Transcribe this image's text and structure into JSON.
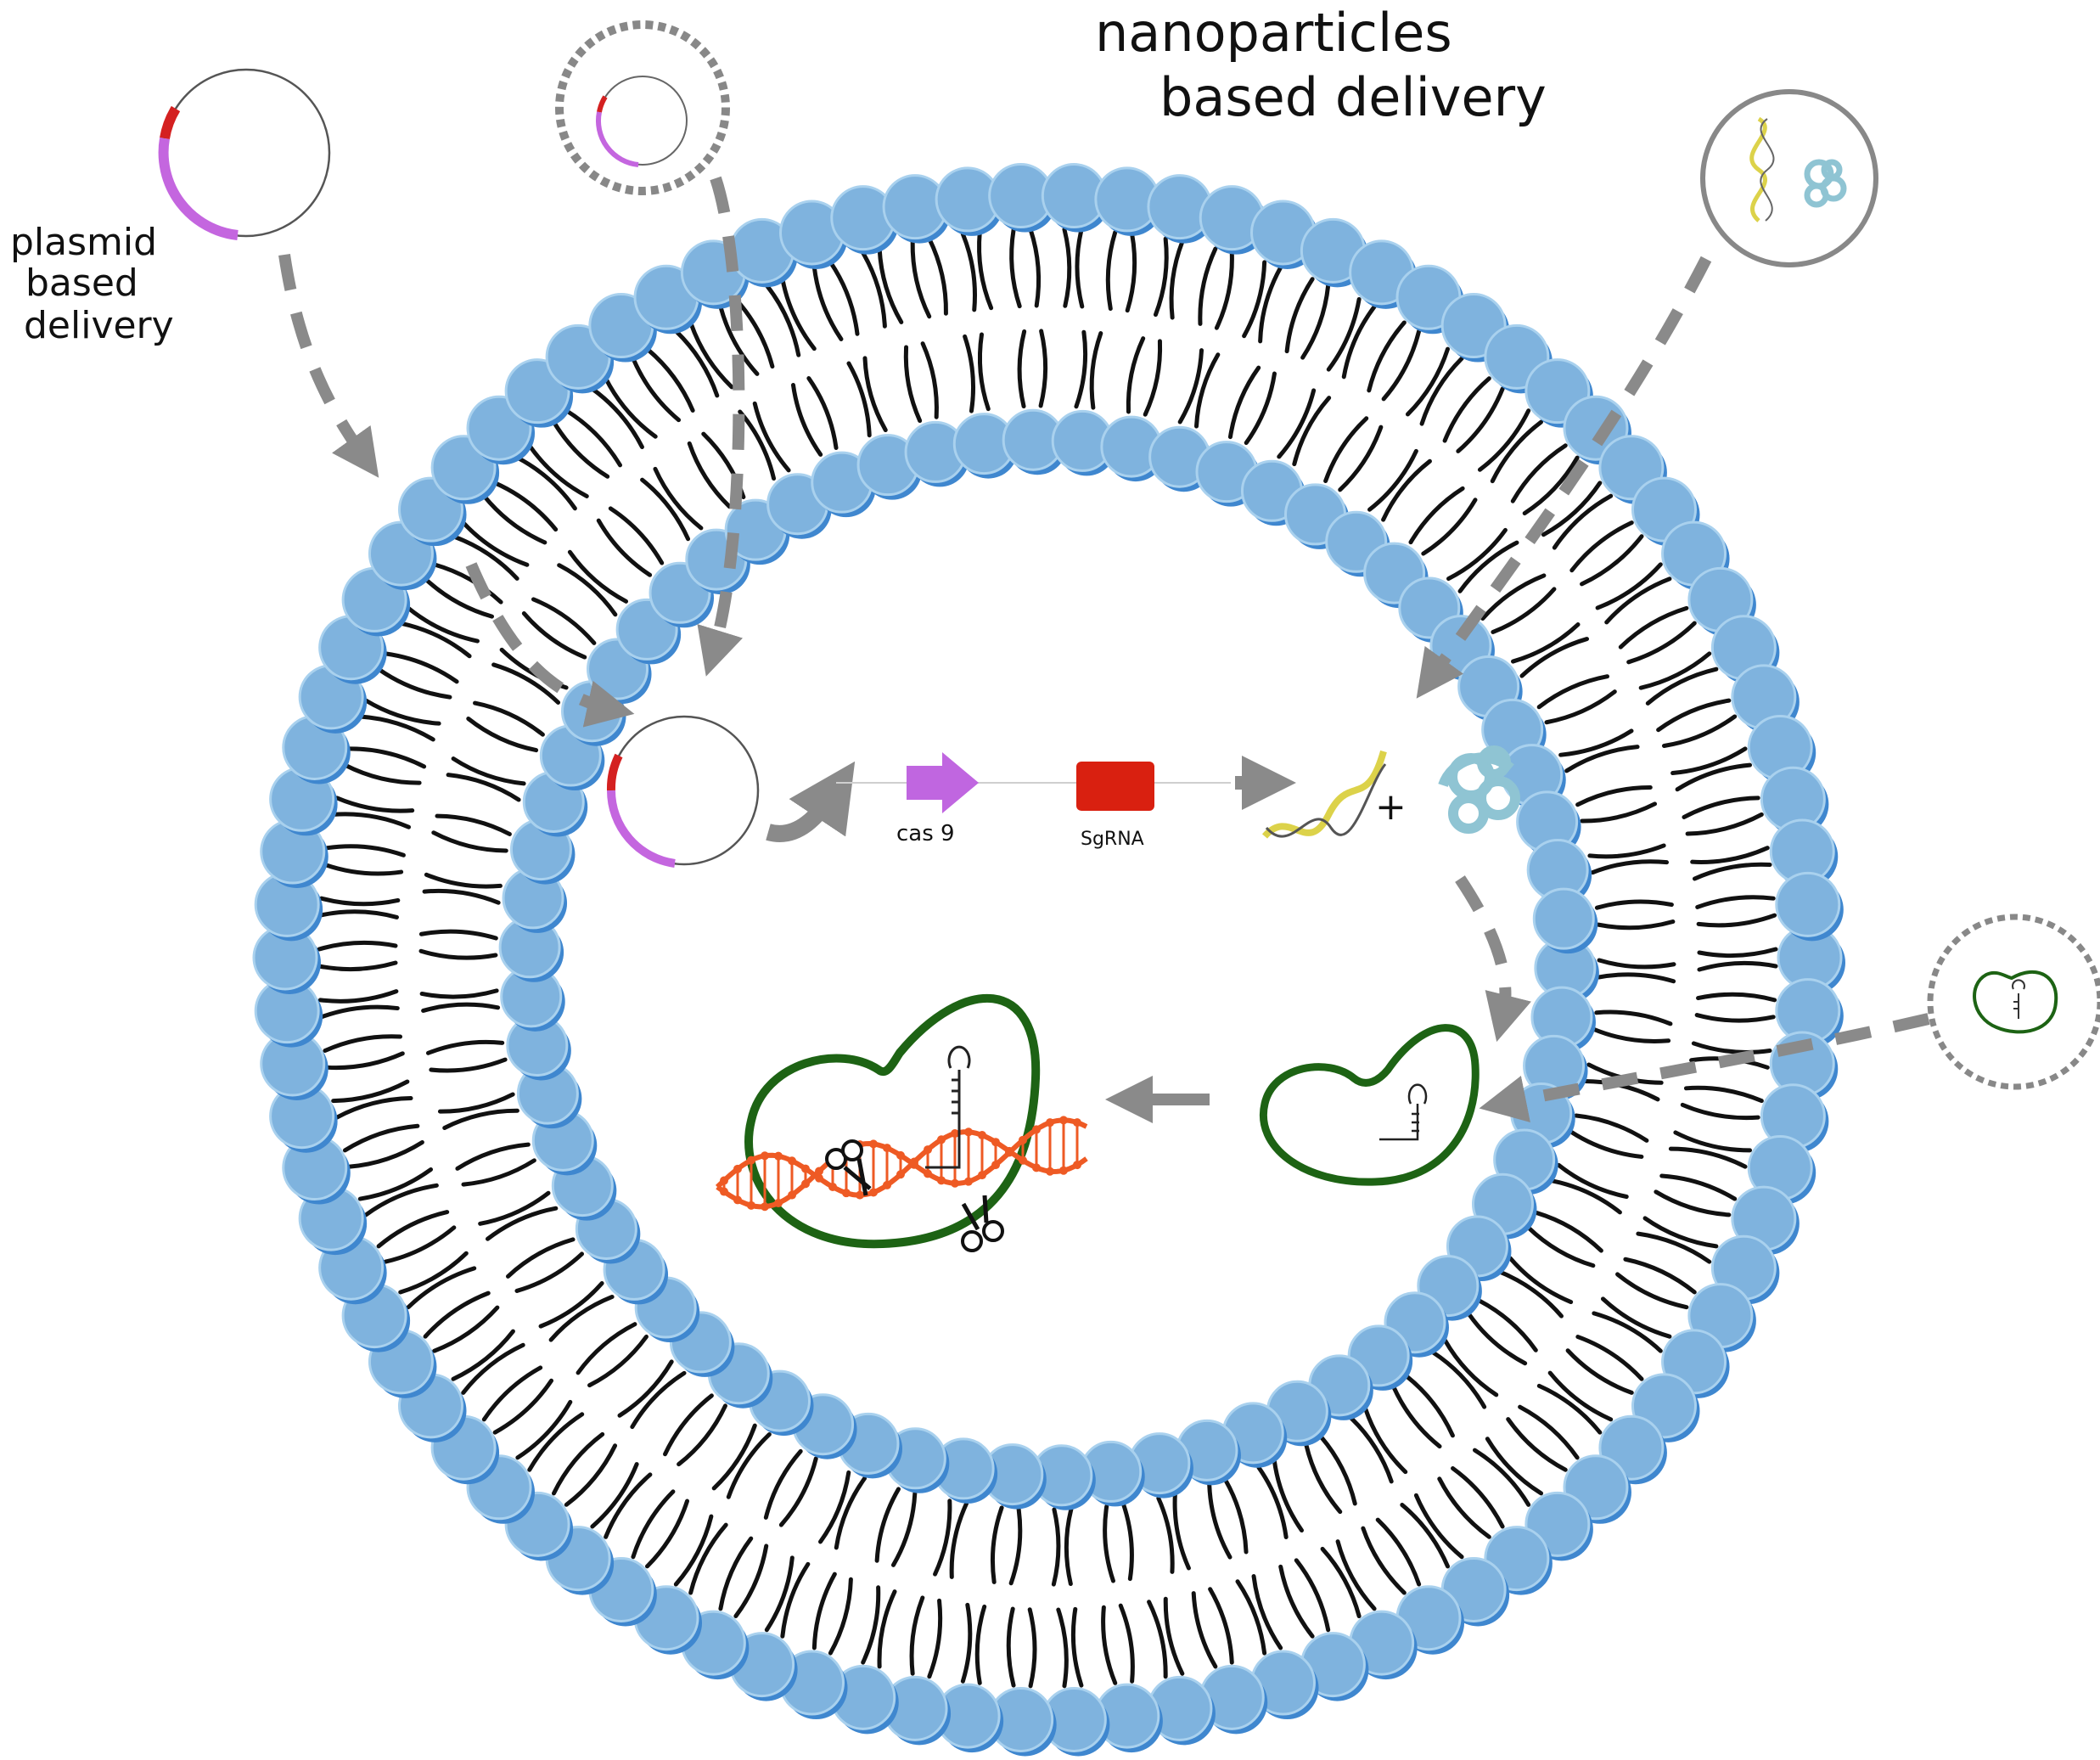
{
  "labels": {
    "plasmid_line1": "plasmid",
    "plasmid_line2": "based",
    "plasmid_line3": "delivery",
    "nano_line1": "nanoparticles",
    "nano_line2": "based delivery",
    "cas9": "cas 9",
    "sgrna": "SgRNA",
    "plus": "+"
  },
  "colors": {
    "lipid_head": "#7fb3de",
    "lipid_head_edge": "#a9d1ee",
    "lipid_back": "#3f87cf",
    "lipid_tail": "#111111",
    "arrow": "#8a8a8a",
    "cas9": "#c066e0",
    "sgrna_block": "#d92010",
    "plasmid_red": "#d42020",
    "plasmid_purple": "#c466df",
    "protein": "#1d6314",
    "dna": "#ee5a24",
    "rna_yellow": "#dcd24a",
    "cas9_blob": "#8fc4d3"
  },
  "icons": {
    "plasmid": "plasmid-icon",
    "nanoparticle": "nanoparticle-icon",
    "mrna": "mrna-icon",
    "protein_complex": "cas9-protein-icon",
    "scissors": "scissors-icon"
  }
}
